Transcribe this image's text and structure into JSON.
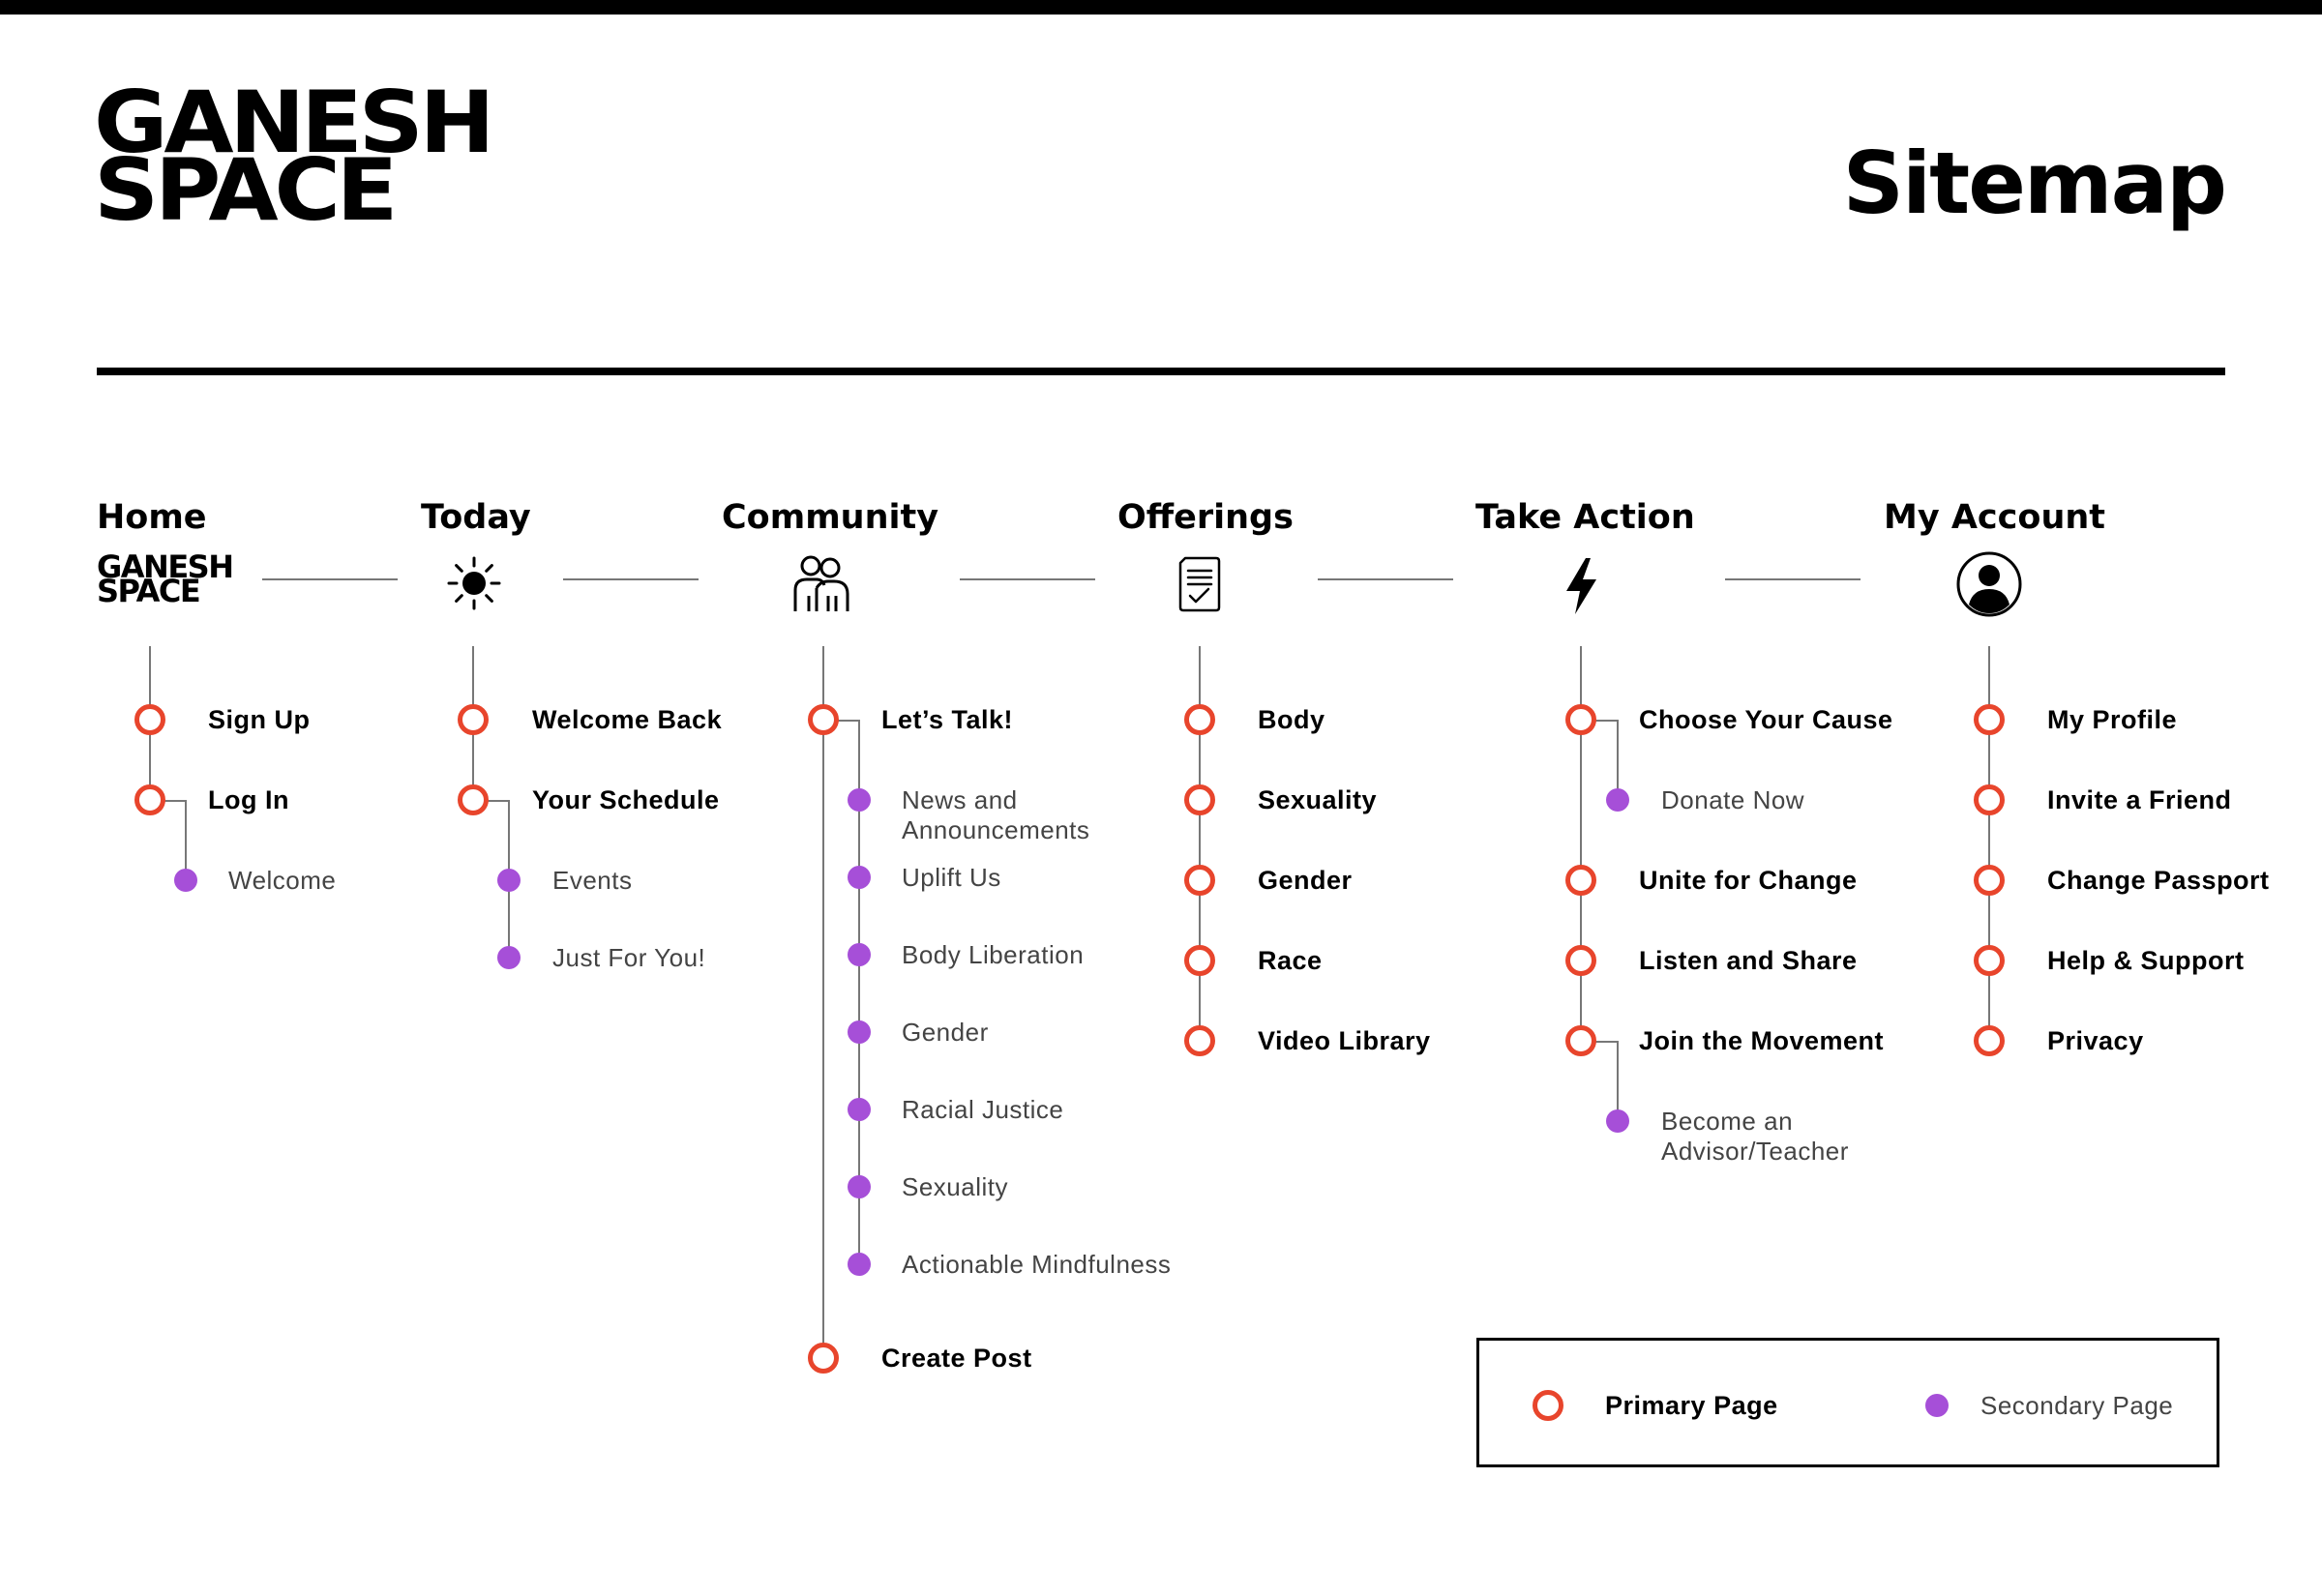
{
  "brand": {
    "line1": "GANESH",
    "line2": "SPACE"
  },
  "page_title": "Sitemap",
  "columns": [
    {
      "title": "Home",
      "icon": "ganesh-space-logo-icon",
      "items": [
        {
          "label": "Sign Up",
          "type": "primary"
        },
        {
          "label": "Log In",
          "type": "primary"
        },
        {
          "label": "Welcome",
          "type": "secondary"
        }
      ]
    },
    {
      "title": "Today",
      "icon": "sun-icon",
      "items": [
        {
          "label": "Welcome Back",
          "type": "primary"
        },
        {
          "label": "Your Schedule",
          "type": "primary"
        },
        {
          "label": "Events",
          "type": "secondary"
        },
        {
          "label": "Just For You!",
          "type": "secondary"
        }
      ]
    },
    {
      "title": "Community",
      "icon": "people-icon",
      "items": [
        {
          "label": "Let’s Talk!",
          "type": "primary"
        },
        {
          "label": "News and",
          "label2": "Announcements",
          "type": "secondary"
        },
        {
          "label": "Uplift Us",
          "type": "secondary"
        },
        {
          "label": "Body Liberation",
          "type": "secondary"
        },
        {
          "label": "Gender",
          "type": "secondary"
        },
        {
          "label": "Racial Justice",
          "type": "secondary"
        },
        {
          "label": "Sexuality",
          "type": "secondary"
        },
        {
          "label": "Actionable Mindfulness",
          "type": "secondary"
        },
        {
          "label": "Create Post",
          "type": "primary"
        }
      ]
    },
    {
      "title": "Offerings",
      "icon": "checklist-document-icon",
      "items": [
        {
          "label": "Body",
          "type": "primary"
        },
        {
          "label": "Sexuality",
          "type": "primary"
        },
        {
          "label": "Gender",
          "type": "primary"
        },
        {
          "label": "Race",
          "type": "primary"
        },
        {
          "label": "Video Library",
          "type": "primary"
        }
      ]
    },
    {
      "title": "Take Action",
      "icon": "lightning-bolt-icon",
      "items": [
        {
          "label": "Choose Your Cause",
          "type": "primary"
        },
        {
          "label": "Donate Now",
          "type": "secondary"
        },
        {
          "label": "Unite for Change",
          "type": "primary"
        },
        {
          "label": "Listen and Share",
          "type": "primary"
        },
        {
          "label": "Join the Movement",
          "type": "primary"
        },
        {
          "label": "Become an",
          "label2": "Advisor/Teacher",
          "type": "secondary"
        }
      ]
    },
    {
      "title": "My Account",
      "icon": "user-circle-icon",
      "items": [
        {
          "label": "My Profile",
          "type": "primary"
        },
        {
          "label": "Invite a Friend",
          "type": "primary"
        },
        {
          "label": "Change Passport",
          "type": "primary"
        },
        {
          "label": "Help & Support",
          "type": "primary"
        },
        {
          "label": "Privacy",
          "type": "primary"
        }
      ]
    }
  ],
  "legend": {
    "primary": "Primary Page",
    "secondary": "Secondary Page"
  },
  "colors": {
    "primary": "#E8452C",
    "secondary": "#A64FD8",
    "connector": "#777777"
  }
}
